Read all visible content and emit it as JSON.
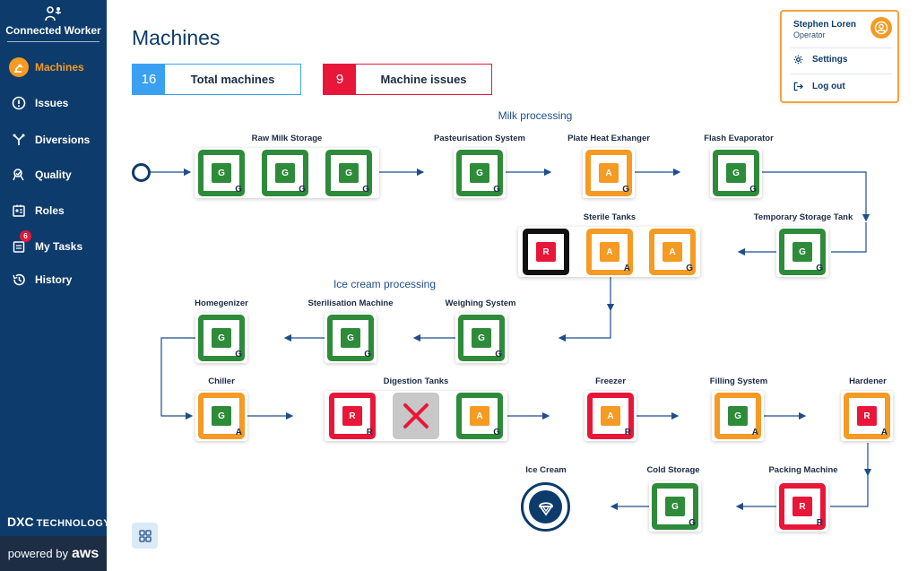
{
  "app": {
    "brand": "Connected Worker"
  },
  "sidebar": {
    "items": [
      {
        "label": "Machines",
        "icon": "robot-arm-icon",
        "active": true
      },
      {
        "label": "Issues",
        "icon": "alert-circle-icon"
      },
      {
        "label": "Diversions",
        "icon": "diversion-fork-icon"
      },
      {
        "label": "Quality",
        "icon": "quality-icon"
      },
      {
        "label": "Roles",
        "icon": "id-card-icon"
      },
      {
        "label": "My Tasks",
        "icon": "task-list-icon",
        "badge": "6"
      },
      {
        "label": "History",
        "icon": "history-icon"
      }
    ],
    "footer": {
      "company": "TECHNOLOGY",
      "company_mark": "DXC",
      "powered": "powered by",
      "powered_brand": "aws"
    }
  },
  "header": {
    "title": "Machines"
  },
  "stats": {
    "total": {
      "value": "16",
      "label": "Total machines"
    },
    "issues": {
      "value": "9",
      "label": "Machine issues"
    }
  },
  "user": {
    "name": "Stephen Loren",
    "role": "Operator",
    "menu": [
      {
        "label": "Settings",
        "icon": "gear-icon"
      },
      {
        "label": "Log out",
        "icon": "logout-icon"
      }
    ]
  },
  "sections": {
    "milk": "Milk processing",
    "icecream": "Ice cream processing"
  },
  "machines": {
    "raw_milk": {
      "label": "Raw Milk Storage",
      "tiles": [
        {
          "status": "G",
          "corner": "G"
        },
        {
          "status": "G",
          "corner": "G"
        },
        {
          "status": "G",
          "corner": "G"
        }
      ]
    },
    "pasteurisation": {
      "label": "Pasteurisation System",
      "tiles": [
        {
          "status": "G",
          "corner": "G"
        }
      ]
    },
    "plate_heat": {
      "label": "Plate Heat Exhanger",
      "tiles": [
        {
          "status": "A",
          "corner": "G"
        }
      ]
    },
    "flash_evap": {
      "label": "Flash Evaporator",
      "tiles": [
        {
          "status": "G",
          "corner": "G"
        }
      ]
    },
    "temp_storage": {
      "label": "Temporary Storage Tank",
      "tiles": [
        {
          "status": "G",
          "corner": "G"
        }
      ]
    },
    "sterile_tanks": {
      "label": "Sterile Tanks",
      "tiles": [
        {
          "status": "R",
          "frame": "K",
          "corner": ""
        },
        {
          "status": "A",
          "corner": "A"
        },
        {
          "status": "A",
          "corner": "G"
        }
      ]
    },
    "weighing": {
      "label": "Weighing System",
      "tiles": [
        {
          "status": "G",
          "corner": "G"
        }
      ]
    },
    "sterilisation": {
      "label": "Sterilisation Machine",
      "tiles": [
        {
          "status": "G",
          "corner": "G"
        }
      ]
    },
    "homogenizer": {
      "label": "Homegenizer",
      "tiles": [
        {
          "status": "G",
          "corner": "G"
        }
      ]
    },
    "chiller": {
      "label": "Chiller",
      "tiles": [
        {
          "status": "G",
          "frame": "A",
          "corner": "A"
        }
      ]
    },
    "digestion": {
      "label": "Digestion Tanks",
      "tiles": [
        {
          "status": "R",
          "corner": "R"
        },
        {
          "status": "X",
          "corner": ""
        },
        {
          "status": "A",
          "frame": "G",
          "corner": "G"
        }
      ]
    },
    "freezer": {
      "label": "Freezer",
      "tiles": [
        {
          "status": "A",
          "frame": "R",
          "corner": "R"
        }
      ]
    },
    "filling": {
      "label": "Filling System",
      "tiles": [
        {
          "status": "G",
          "frame": "A",
          "corner": "A"
        }
      ]
    },
    "hardener": {
      "label": "Hardener",
      "tiles": [
        {
          "status": "R",
          "frame": "A",
          "corner": "A"
        }
      ]
    },
    "packing": {
      "label": "Packing Machine",
      "tiles": [
        {
          "status": "R",
          "corner": "R"
        }
      ]
    },
    "cold_storage": {
      "label": "Cold Storage",
      "tiles": [
        {
          "status": "G",
          "corner": "G"
        }
      ]
    },
    "ice_cream": {
      "label": "Ice Cream",
      "icon": "ice-cream-icon"
    }
  },
  "colors": {
    "green": "#2e8b3a",
    "amber": "#f59a23",
    "red": "#e8173a",
    "navy": "#0d3b6b",
    "blue": "#3aa1f2"
  }
}
